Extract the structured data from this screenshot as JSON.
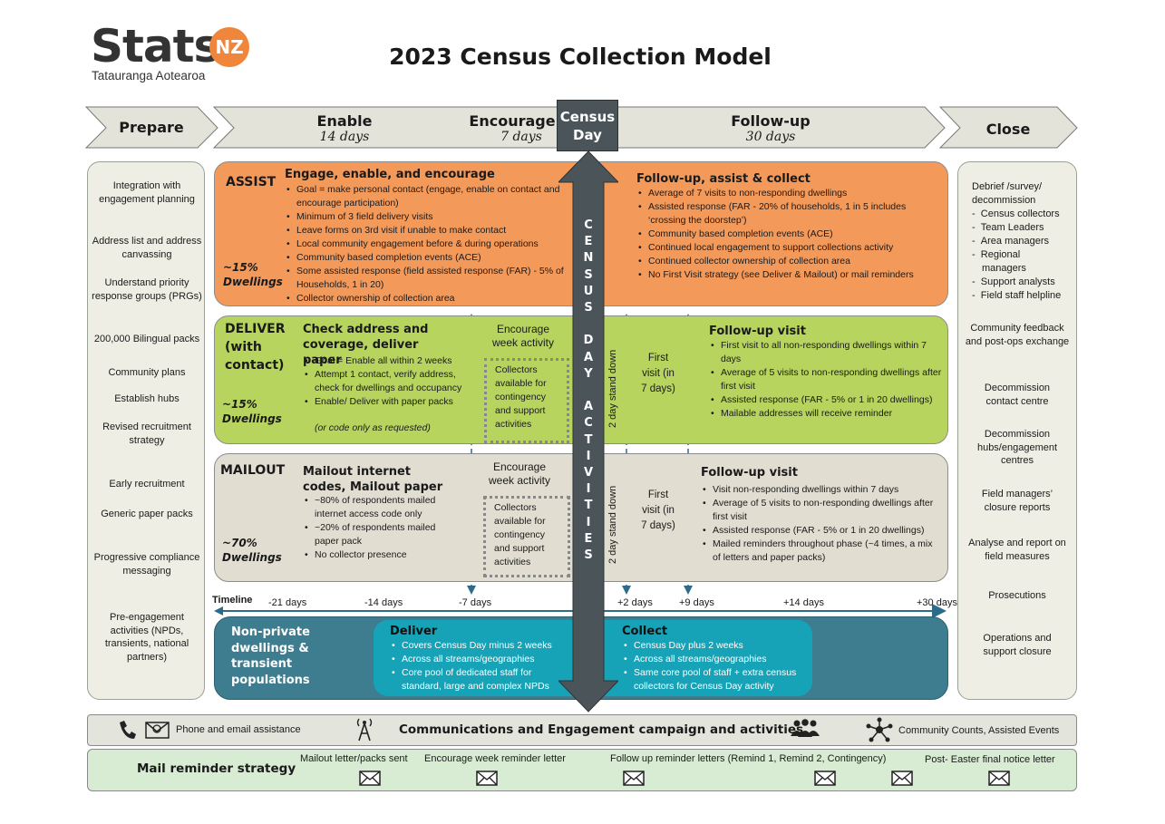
{
  "logo": {
    "word": "Stats",
    "badge": "NZ",
    "subtitle": "Tatauranga Aotearoa"
  },
  "title": "2023 Census Collection Model",
  "phases": {
    "prepare": "Prepare",
    "enable": {
      "name": "Enable",
      "duration": "14 days"
    },
    "encourage": {
      "name": "Encourage",
      "duration": "7 days"
    },
    "followup": {
      "name": "Follow-up",
      "duration": "30 days"
    },
    "close": "Close"
  },
  "census_day": {
    "line1": "Census",
    "line2": "Day"
  },
  "census_day_activities": [
    "C",
    "E",
    "N",
    "S",
    "U",
    "S",
    "",
    "D",
    "A",
    "Y",
    "",
    "A",
    "C",
    "T",
    "I",
    "V",
    "I",
    "T",
    "I",
    "E",
    "S"
  ],
  "prepare_items": [
    "Integration with engagement planning",
    "Address list and address canvassing",
    "Understand priority response groups (PRGs)",
    "200,000 Bilingual packs",
    "Community plans",
    "Establish hubs",
    "Revised recruitment strategy",
    "Early recruitment",
    "Generic paper packs",
    "Progressive compliance messaging",
    "Pre-engagement activities (NPDs, transients, national partners)"
  ],
  "close": {
    "debrief": "Debrief /survey/ decommission",
    "debrief_items": [
      "Census collectors",
      "Team Leaders",
      "Area managers",
      "Regional managers",
      "Support analysts",
      "Field staff helpline"
    ],
    "items": [
      "Community feedback and post-ops exchange",
      "Decommission contact centre",
      "Decommission hubs/engagement centres",
      "Field managers’ closure reports",
      "Analyse and report on field measures",
      "Prosecutions",
      "Operations and support closure"
    ]
  },
  "assist": {
    "label": "ASSIST",
    "pct": "~15%",
    "dwellings": "Dwellings",
    "left_heading": "Engage, enable, and encourage",
    "left_items": [
      "Goal = make personal contact (engage, enable on contact and encourage participation)",
      "Minimum of 3 field delivery visits",
      "Leave forms on 3rd visit if unable to make contact",
      "Local community engagement before & during operations",
      "Community based completion events (ACE)",
      "Some assisted response (field assisted response (FAR) - 5% of Households, 1 in 20)",
      "Collector ownership of collection area"
    ],
    "right_heading": "Follow-up, assist & collect",
    "right_items": [
      "Average of 7 visits to non-responding dwellings",
      "Assisted response (FAR - 20% of households, 1 in 5 includes ‘crossing the doorstep’)",
      "Community based completion events (ACE)",
      "Continued local engagement to support collections activity",
      "Continued collector ownership of collection area",
      "No First Visit strategy (see Deliver & Mailout) or mail reminders"
    ]
  },
  "deliver": {
    "label1": "DELIVER",
    "label2": "(with",
    "label3": "contact)",
    "pct": "~15%",
    "dwellings": "Dwellings",
    "left_heading": "Check address and coverage, deliver paper",
    "left_items": [
      "Goal = Enable all within 2 weeks",
      "Attempt 1 contact, verify address, check for dwellings and occupancy",
      "Enable/ Deliver with paper packs"
    ],
    "left_note": "(or code only as requested)",
    "encourage_title": "Encourage week activity",
    "collectors": "Collectors available for contingency and support activities",
    "standdown": "2 day stand down",
    "first_visit": "First visit (in 7 days)",
    "right_heading": "Follow-up visit",
    "right_items": [
      "First visit to all non-responding dwellings within  7 days",
      "Average of 5 visits to non-responding dwellings after first visit",
      "Assisted response (FAR - 5% or 1 in 20 dwellings)",
      "Mailable addresses will receive reminder"
    ]
  },
  "mailout": {
    "label": "MAILOUT",
    "pct": "~70%",
    "dwellings": "Dwellings",
    "left_heading": "Mailout internet codes, Mailout paper",
    "left_items": [
      "~80% of respondents mailed internet access code only",
      "~20% of respondents mailed paper pack",
      "No collector presence"
    ],
    "encourage_title": "Encourage week activity",
    "collectors": "Collectors available for contingency and support activities",
    "standdown": "2 day stand down",
    "first_visit": "First visit (in 7 days)",
    "right_heading": "Follow-up visit",
    "right_items": [
      "Visit non-responding dwellings within 7 days",
      "Average of 5 visits to non-responding dwellings after first visit",
      "Assisted response (FAR - 5% or 1 in 20 dwellings)",
      "Mailed reminders throughout phase (~4 times, a mix of letters and paper packs)"
    ]
  },
  "timeline": {
    "label": "Timeline",
    "ticks": [
      "-21 days",
      "-14 days",
      "-7 days",
      "+2 days",
      "+9 days",
      "+14 days",
      "+30 days"
    ]
  },
  "nonprivate": {
    "label": "Non-private dwellings & transient populations",
    "deliver_heading": "Deliver",
    "deliver_items": [
      "Covers Census Day minus 2 weeks",
      "Across all streams/geographies",
      "Core pool of dedicated staff for standard, large and complex NPDs"
    ],
    "collect_heading": "Collect",
    "collect_items": [
      "Census Day plus 2 weeks",
      "Across all streams/geographies",
      "Same core pool of staff + extra census collectors for Census Day activity"
    ]
  },
  "comms": {
    "phone_email": "Phone and email assistance",
    "campaign": "Communications and Engagement campaign and activities",
    "community": "Community Counts, Assisted Events"
  },
  "mail": {
    "label": "Mail reminder strategy",
    "mailout_sent": "Mailout letter/packs sent",
    "encourage_letter": "Encourage week reminder letter",
    "followup_letters": "Follow up reminder letters (Remind 1, Remind 2, Contingency)",
    "final_notice": "Post- Easter final notice letter"
  },
  "colors": {
    "assist": "#f3995a",
    "deliver": "#b7d45f",
    "mailout": "#e1ddd1",
    "census_bar": "#4a5459",
    "np_outer": "#3e7c8f",
    "np_inner": "#17a3b7",
    "brand_orange": "#f0863b"
  }
}
